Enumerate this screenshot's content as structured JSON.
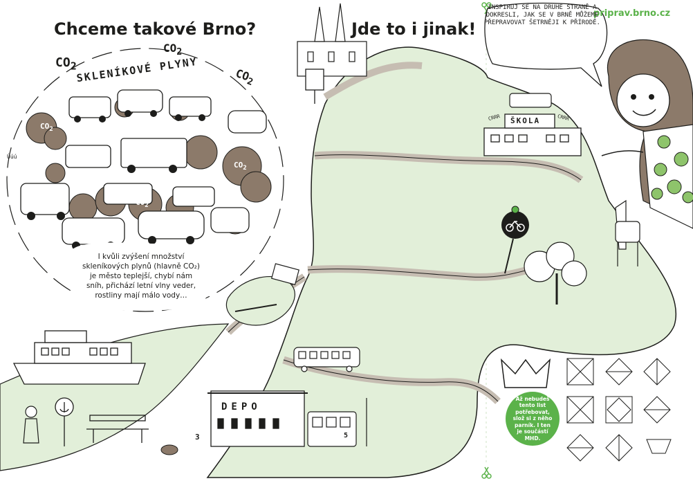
{
  "header": {
    "left_title": "Chceme takové Brno?",
    "right_title": "Jde to i jinak!",
    "url": "priprav.brno.cz"
  },
  "smog": {
    "title": "SKLENÍKOVÉ PLYNY",
    "co2_label": "CO",
    "co2_sub": "2",
    "dog_sound": "Úúú"
  },
  "caption": {
    "left": "I kvůli zvýšení množství skleníkových plynů (hlavně CO₂) je město teplejší, chybí nám sníh, přichází letní vlny veder, rostliny mají málo vody…"
  },
  "speech_bubble": {
    "text": "INSPIRUJ SE NA DRUHÉ STRANĚ A DOKRESLI, JAK SE V BRNĚ MŮŽEME PŘEPRAVOVAT ŠETRNĚJI K PŘÍRODĚ."
  },
  "school": {
    "sign": "ŠKOLA",
    "sound_left": "CRRR",
    "sound_right": "CRRR"
  },
  "depot": {
    "sign": "DEPO",
    "number": "3"
  },
  "tram": {
    "number": "5"
  },
  "note": {
    "text": "Až nebudeš tento list potřebovat, slož si z něho parník. I ten je součástí MHD."
  },
  "colors": {
    "accent_green": "#5bb24a",
    "light_green": "#e2efd9",
    "path_gray": "#c6bdb2",
    "smoke_brown": "#8c7a6a",
    "ink": "#1d1d1b"
  }
}
